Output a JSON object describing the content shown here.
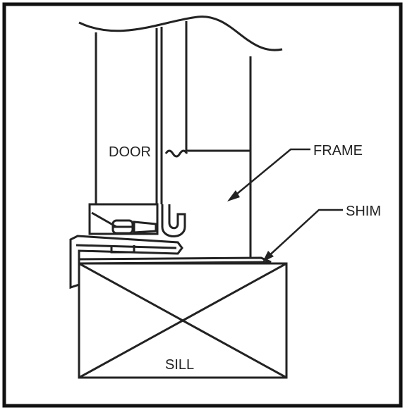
{
  "labels": {
    "door": "DOOR",
    "frame": "FRAME",
    "shim": "SHIM",
    "sill": "SILL"
  },
  "colors": {
    "ink": "#222222",
    "border": "#111111",
    "background": "#ffffff"
  }
}
